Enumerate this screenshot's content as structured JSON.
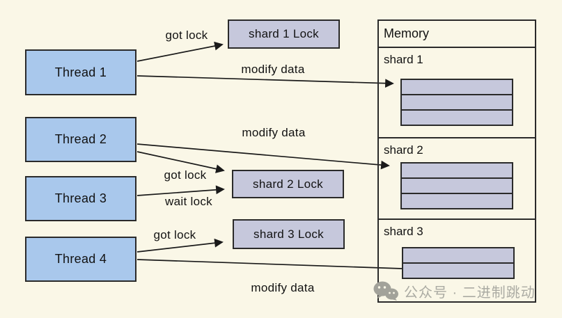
{
  "diagram": {
    "threads": [
      {
        "label": "Thread 1"
      },
      {
        "label": "Thread 2"
      },
      {
        "label": "Thread 3"
      },
      {
        "label": "Thread 4"
      }
    ],
    "locks": [
      {
        "label": "shard 1 Lock"
      },
      {
        "label": "shard 2 Lock"
      },
      {
        "label": "shard 3 Lock"
      }
    ],
    "memory": {
      "title": "Memory",
      "shards": [
        {
          "label": "shard 1",
          "rows": 3
        },
        {
          "label": "shard 2",
          "rows": 3
        },
        {
          "label": "shard 3",
          "rows": 2
        }
      ]
    },
    "edges": [
      {
        "from": "Thread 1",
        "to": "shard 1 Lock",
        "label": "got lock",
        "arrowhead": true
      },
      {
        "from": "Thread 1",
        "to": "Memory shard 1",
        "label": "modify data",
        "arrowhead": true
      },
      {
        "from": "Thread 2",
        "to": "Memory shard 2",
        "label": "modify data",
        "arrowhead": true
      },
      {
        "from": "Thread 2",
        "to": "shard 2 Lock",
        "label": "got lock",
        "arrowhead": true
      },
      {
        "from": "Thread 3",
        "to": "shard 2 Lock",
        "label": "wait lock",
        "arrowhead": true
      },
      {
        "from": "Thread 4",
        "to": "shard 3 Lock",
        "label": "got lock",
        "arrowhead": true
      },
      {
        "from": "Thread 4",
        "to": "Memory shard 3",
        "label": "modify data",
        "arrowhead": false
      }
    ],
    "watermark": {
      "icon": "wechat-icon",
      "text": "公众号 · 二进制跳动"
    },
    "colors": {
      "background": "#FAF7E7",
      "thread_fill": "#A9C8EC",
      "lock_fill": "#C6C8DC",
      "bar_fill": "#C6C8DC",
      "border": "#2A2A2A",
      "text": "#121212",
      "watermark": "#ABABA3"
    }
  }
}
